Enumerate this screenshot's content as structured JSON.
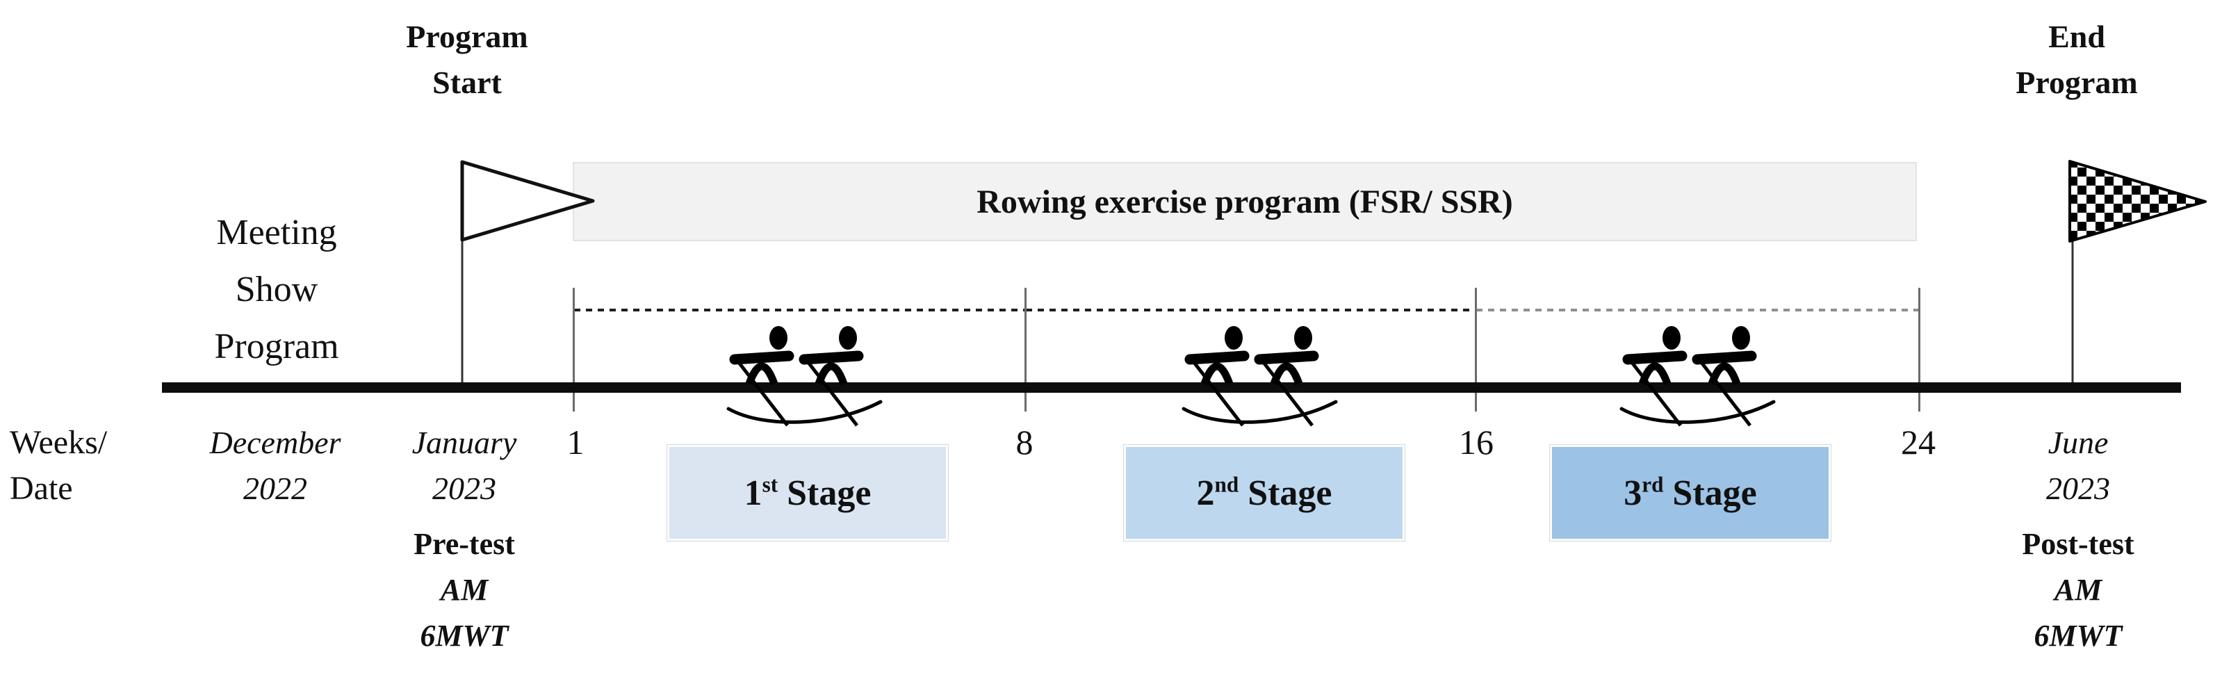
{
  "labels": {
    "program_start": {
      "line1": "Program",
      "line2": "Start"
    },
    "end_program": {
      "line1": "End",
      "line2": "Program"
    },
    "meeting": {
      "line1": "Meeting",
      "line2": "Show",
      "line3": "Program"
    },
    "weeks_date": {
      "line1": "Weeks/",
      "line2": "Date"
    }
  },
  "banner": {
    "text": "Rowing exercise program (FSR/ SSR)"
  },
  "timeline": {
    "week_marks": [
      "1",
      "8",
      "16",
      "24"
    ]
  },
  "columns": {
    "december": {
      "line1": "December",
      "line2": "2022"
    },
    "january": {
      "line1": "January",
      "line2": "2023",
      "line3": "Pre-test",
      "line4": "AM",
      "line5": "6MWT"
    },
    "june": {
      "line1": "June",
      "line2": "2023",
      "line3": "Post-test",
      "line4": "AM",
      "line5": "6MWT"
    }
  },
  "stages": [
    {
      "ordinal": "1",
      "suffix": "st",
      "label": " Stage",
      "color": "#dbe5f1"
    },
    {
      "ordinal": "2",
      "suffix": "nd",
      "label": " Stage",
      "color": "#bdd7ee"
    },
    {
      "ordinal": "3",
      "suffix": "rd",
      "label": " Stage",
      "color": "#9cc2e5"
    }
  ],
  "icons": {
    "start": "pennant-flag-icon",
    "end": "checkered-flag-icon",
    "stage_marker": "rowing-crew-icon"
  },
  "colors": {
    "banner_bg": "#f2f2f2",
    "banner_border": "#e3e3e3",
    "timeline": "#0d0d0d",
    "tick": "#6b6b6b",
    "dash_dark": "#1f1f1f",
    "dash_gray": "#8f8f8f",
    "stage1_bg": "#dbe5f1",
    "stage2_bg": "#bdd7ee",
    "stage3_bg": "#9cc2e5"
  }
}
